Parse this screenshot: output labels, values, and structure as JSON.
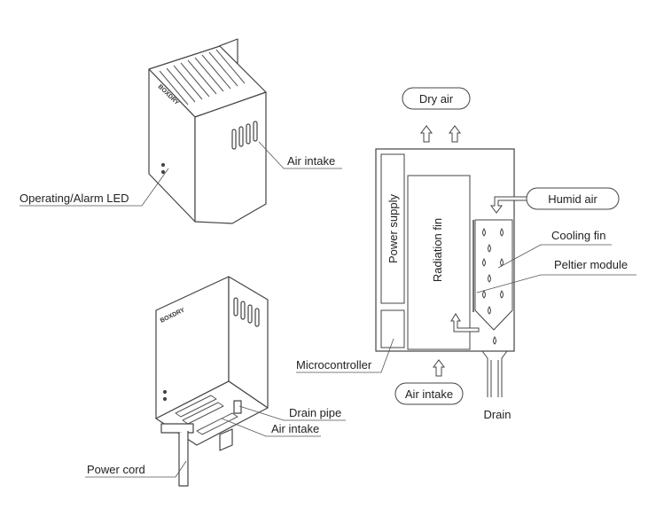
{
  "device_top": {
    "brand": "BOXDRY",
    "labels": {
      "air_intake": "Air intake",
      "operating_alarm_led": "Operating/Alarm LED"
    }
  },
  "device_bottom": {
    "brand": "BOXDRY",
    "labels": {
      "drain_pipe": "Drain pipe",
      "air_intake": "Air intake",
      "power_cord": "Power cord"
    }
  },
  "schematic": {
    "dry_air": "Dry air",
    "humid_air": "Humid air",
    "cooling_fin": "Cooling fin",
    "peltier_module": "Peltier module",
    "power_supply": "Power supply",
    "radiation_fin": "Radiation fin",
    "microcontroller": "Microcontroller",
    "air_intake": "Air intake",
    "drain": "Drain"
  }
}
